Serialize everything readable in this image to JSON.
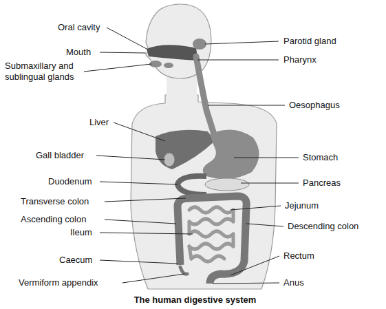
{
  "diagram": {
    "caption": "The human digestive system",
    "labels": [
      "Oral cavity",
      "Mouth",
      "Submaxillary and sublingual glands",
      "Liver",
      "Gall bladder",
      "Duodenum",
      "Transverse colon",
      "Ascending colon",
      "Ileum",
      "Caecum",
      "Vermiform appendix",
      "Parotid gland",
      "Pharynx",
      "Oesophagus",
      "Stomach",
      "Pancreas",
      "Jejunum",
      "Descending colon",
      "Rectum",
      "Anus"
    ]
  }
}
